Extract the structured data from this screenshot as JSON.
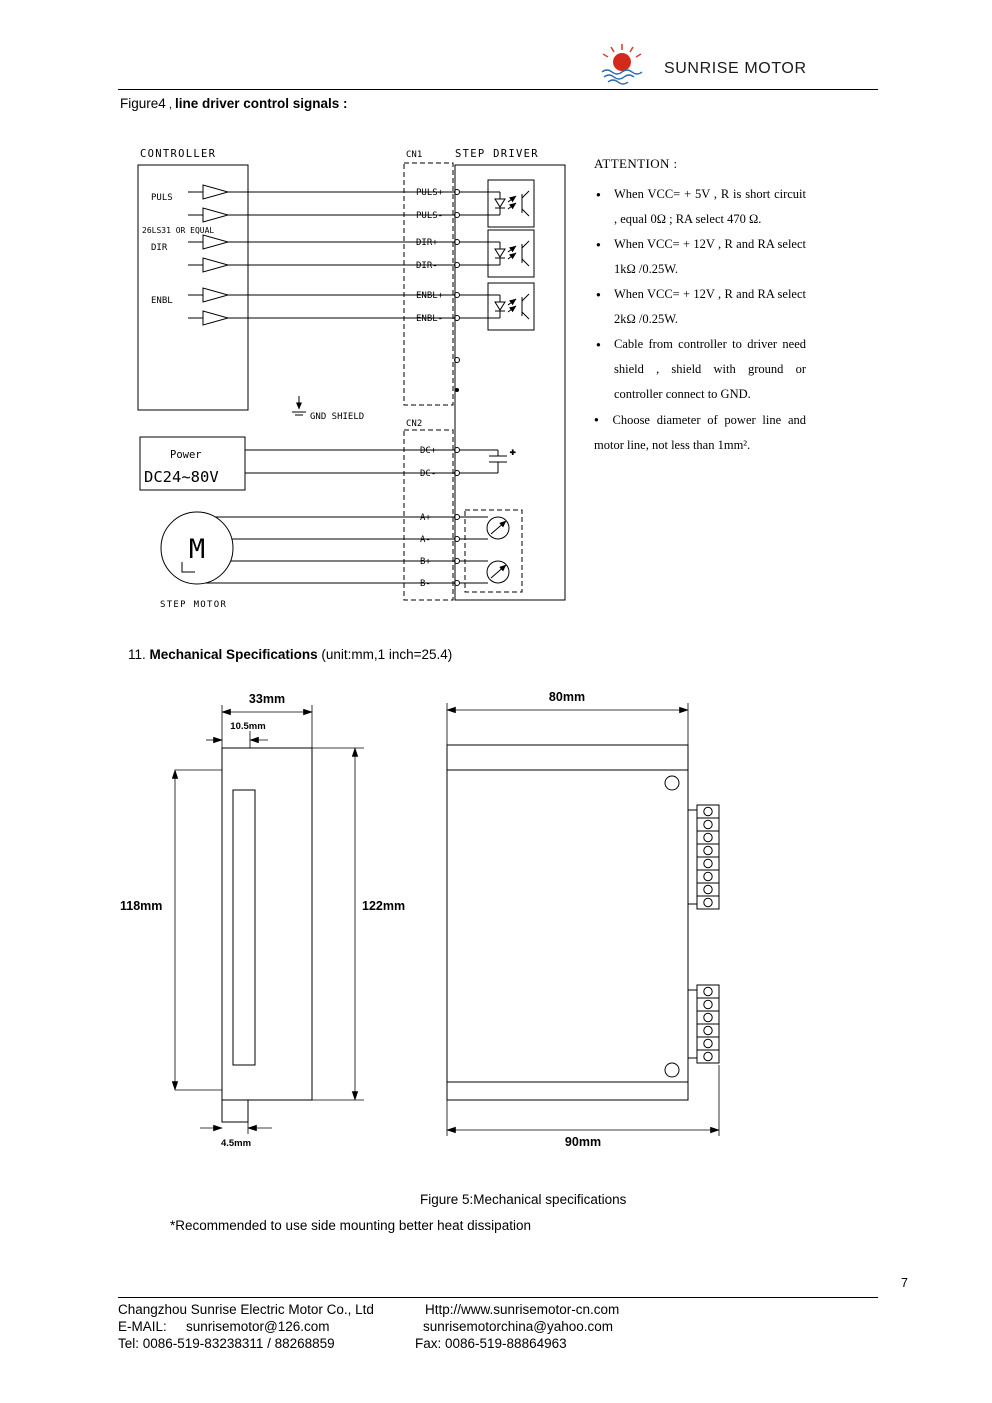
{
  "header": {
    "brand": "SUNRISE MOTOR"
  },
  "figure4_heading": {
    "prefix": "Figure4",
    "comma": " , ",
    "title_bold": "line driver control signals",
    "colon": " :"
  },
  "diagram": {
    "controller_label": "CONTROLLER",
    "puls_label": "PULS",
    "chip_label": "26LS31 OR EQUAL",
    "dir_label": "DIR",
    "enbl_label": "ENBL",
    "cn1_label": "CN1",
    "cn2_label": "CN2",
    "step_driver_label": "STEP DRIVER",
    "terminals": {
      "puls_p": "PULS+",
      "puls_n": "PULS-",
      "dir_p": "DIR+",
      "dir_n": "DIR-",
      "enbl_p": "ENBL+",
      "enbl_n": "ENBL-",
      "dc_p": "DC+",
      "dc_n": "DC-",
      "a_p": "A+",
      "a_n": "A-",
      "b_p": "B+",
      "b_n": "B-"
    },
    "gnd_shield_label": "GND SHIELD",
    "cap_plus": "+",
    "power_label_1": "Power",
    "power_label_2": "DC24~80V",
    "motor_letter": "M",
    "step_motor_label": "STEP MOTOR"
  },
  "attention": {
    "title": "ATTENTION :",
    "bullet": "●",
    "items": [
      "When VCC= + 5V , R is short circuit , equal 0Ω ; RA select 470 Ω.",
      "When VCC= + 12V , R and RA select 1kΩ /0.25W.",
      "When VCC= + 12V , R and RA select 2kΩ /0.25W.",
      "Cable from controller to driver need shield , shield with ground or controller connect to GND.",
      "Choose diameter of power line and motor line, not less than 1mm²."
    ]
  },
  "mech_heading": {
    "number": "11.",
    "title_bold": "Mechanical Specifications",
    "suffix": "(unit:mm,1 inch=25.4)"
  },
  "dimensions": {
    "w33": "33mm",
    "w105": "10.5mm",
    "h118": "118mm",
    "h122": "122mm",
    "w45": "4.5mm",
    "w80": "80mm",
    "w90": "90mm"
  },
  "figure5": {
    "caption": "Figure 5:Mechanical specifications",
    "note": "*Recommended to use side mounting better heat dissipation"
  },
  "footer": {
    "page_number": "7",
    "company": "Changzhou Sunrise Electric Motor Co., Ltd",
    "website": "Http://www.sunrisemotor-cn.com",
    "email_label": "E-MAIL:",
    "email_1": "sunrisemotor@126.com",
    "email_2": "sunrisemotorchina@yahoo.com",
    "tel": "Tel: 0086-519-83238311 / 88268859",
    "fax": "Fax: 0086-519-88864963"
  }
}
